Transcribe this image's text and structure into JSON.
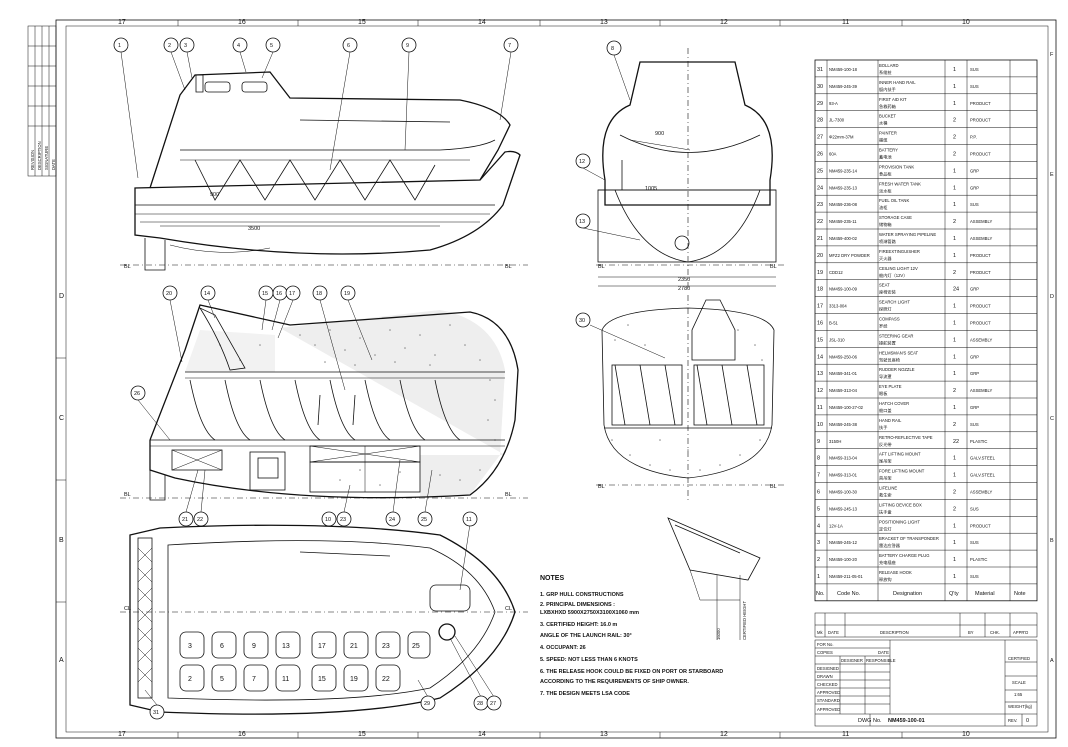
{
  "border": {
    "top_numbers": [
      "17",
      "16",
      "15",
      "14",
      "13",
      "12",
      "11",
      "10"
    ],
    "bottom_numbers": [
      "17",
      "16",
      "15",
      "14",
      "13",
      "12",
      "11",
      "10"
    ],
    "left_letters": [
      "D",
      "C",
      "B",
      "A"
    ],
    "right_letters": [
      "F",
      "E",
      "D",
      "C",
      "B",
      "A"
    ]
  },
  "revision_strip": {
    "labels": [
      "REVISION",
      "DESCRIPTION",
      "SIGNATURE",
      "DATE"
    ]
  },
  "balloons": {
    "side": [
      "1",
      "2",
      "3",
      "4",
      "5",
      "6",
      "9",
      "7"
    ],
    "section": [
      "20",
      "14",
      "15",
      "16",
      "17",
      "18",
      "19",
      "26",
      "21",
      "22",
      "10",
      "23",
      "24",
      "25"
    ],
    "plan": [
      "11",
      "29",
      "31",
      "28",
      "27"
    ],
    "front": [
      "8",
      "12",
      "13",
      "30"
    ]
  },
  "dims": {
    "side_length": "3500",
    "side_inner": "900",
    "front_h1": "900",
    "front_h2": "1005",
    "front_w1": "2350",
    "front_w2": "2780",
    "cl": "CL",
    "bl": "BL"
  },
  "seats_top": [
    "3",
    "6",
    "9",
    "13",
    "17",
    "21",
    "23",
    "25"
  ],
  "seats_bottom": [
    "2",
    "5",
    "7",
    "11",
    "15",
    "19",
    "22"
  ],
  "notes": {
    "title": "NOTES",
    "items": [
      "1.  GRP HULL CONSTRUCTIONS",
      "2.  PRINCIPAL DIMENSIONS    :",
      "     LXBXHXD              5900X2750X3100X1060 mm",
      "3.  CERTIFIED HEIGHT:    16.0 m",
      "     ANGLE OF THE LAUNCH RAIL:   30°",
      "4.  OCCUPANT:    26",
      "5.  SPEED: NOT LESS THAN 6 KNOTS",
      "6.  THE RELEASE HOOK COULD BE FIXED ON PORT OR STARBOARD",
      "     ACCORDING TO THE REQUIREMENTS OF SHIP OWNER.",
      "7.  THE DESIGN MEETS LSA CODE"
    ],
    "launch_label": "16000",
    "launch_sub": "CERTIFIED HEIGHT"
  },
  "parts_table": {
    "header": {
      "no": "No.",
      "code": "Code No.",
      "designation": "Designation",
      "qty": "Q'ty",
      "material": "Material",
      "note": "Note"
    },
    "rows": [
      {
        "no": "31",
        "code": "NM459-100-18",
        "en": "BOLLARD",
        "cn": "系缆桩",
        "qty": "1",
        "mat": "SUS"
      },
      {
        "no": "30",
        "code": "NM459-245-39",
        "en": "INNER HAND RAIL",
        "cn": "艇内扶手",
        "qty": "1",
        "mat": "SUS"
      },
      {
        "no": "29",
        "code": "93-A",
        "en": "FIRST AID KIT",
        "cn": "急救药箱",
        "qty": "1",
        "mat": "PRODUCT"
      },
      {
        "no": "28",
        "code": "JL-7300",
        "en": "BUCKET",
        "cn": "水桶",
        "qty": "2",
        "mat": "PRODUCT"
      },
      {
        "no": "27",
        "code": "Φ22mm-37M",
        "en": "PAINTER",
        "cn": "艏缆",
        "qty": "2",
        "mat": "P.P."
      },
      {
        "no": "26",
        "code": "60A",
        "en": "BATTERY",
        "cn": "蓄电池",
        "qty": "2",
        "mat": "PRODUCT"
      },
      {
        "no": "25",
        "code": "NM459-235-14",
        "en": "PROVISION TANK",
        "cn": "食品柜",
        "qty": "1",
        "mat": "GRP"
      },
      {
        "no": "24",
        "code": "NM459-235-13",
        "en": "FRESH WATER TANK",
        "cn": "淡水柜",
        "qty": "1",
        "mat": "GRP"
      },
      {
        "no": "23",
        "code": "NM459-236-08",
        "en": "FUEL OIL TANK",
        "cn": "油柜",
        "qty": "1",
        "mat": "SUS"
      },
      {
        "no": "22",
        "code": "NM459-235-11",
        "en": "STORAGE CASE",
        "cn": "储物箱",
        "qty": "2",
        "mat": "ASSEMBLY"
      },
      {
        "no": "21",
        "code": "NM459-400-02",
        "en": "WATER SPRAYING PIPELINE",
        "cn": "喷淋管路",
        "qty": "1",
        "mat": "ASSEMBLY"
      },
      {
        "no": "20",
        "code": "MFZ2 DRY POWDER",
        "en": "FIREEXTINGUISHER",
        "cn": "灭火器",
        "qty": "1",
        "mat": "PRODUCT"
      },
      {
        "no": "19",
        "code": "CDD12",
        "en": "CEILING LIGHT 12V",
        "cn": "舱内灯（12V）",
        "qty": "2",
        "mat": "PRODUCT"
      },
      {
        "no": "18",
        "code": "NM459-100-09",
        "en": "SEAT",
        "cn": "座椅安装",
        "qty": "24",
        "mat": "GRP"
      },
      {
        "no": "17",
        "code": "3313-004",
        "en": "SEARCH LIGHT",
        "cn": "探照灯",
        "qty": "1",
        "mat": "PRODUCT"
      },
      {
        "no": "16",
        "code": "B-51",
        "en": "COMPASS",
        "cn": "罗经",
        "qty": "1",
        "mat": "PRODUCT"
      },
      {
        "no": "15",
        "code": "JSL-310",
        "en": "STEERING GEAR",
        "cn": "操舵装置",
        "qty": "1",
        "mat": "ASSEMBLY"
      },
      {
        "no": "14",
        "code": "NM459-250-06",
        "en": "HELMSMAN'S SEAT",
        "cn": "驾驶员座椅",
        "qty": "1",
        "mat": "GRP"
      },
      {
        "no": "13",
        "code": "NM459-341-01",
        "en": "RUDDER NOZZLE",
        "cn": "导流罩",
        "qty": "1",
        "mat": "GRP"
      },
      {
        "no": "12",
        "code": "NM459-313-04",
        "en": "EYE PLATE",
        "cn": "眼板",
        "qty": "2",
        "mat": "ASSEMBLY"
      },
      {
        "no": "11",
        "code": "NM459-100-27-02",
        "en": "HATCH COVER",
        "cn": "舱口盖",
        "qty": "1",
        "mat": "GRP"
      },
      {
        "no": "10",
        "code": "NM459-245-38",
        "en": "HAND RAIL",
        "cn": "扶手",
        "qty": "2",
        "mat": "SUS"
      },
      {
        "no": "9",
        "code": "3150H",
        "en": "RETRO-REFLECTIVE TAPE",
        "cn": "反光带",
        "qty": "22",
        "mat": "PLASTIC"
      },
      {
        "no": "8",
        "code": "NM459-313-04",
        "en": "AFT LIFTING MOUNT",
        "cn": "尾吊架",
        "qty": "1",
        "mat": "GALV.STEEL"
      },
      {
        "no": "7",
        "code": "NM459-313-01",
        "en": "FORE LIFTING MOUNT",
        "cn": "首吊架",
        "qty": "1",
        "mat": "GALV.STEEL"
      },
      {
        "no": "6",
        "code": "NM459-100-30",
        "en": "LIFELINE",
        "cn": "救生索",
        "qty": "2",
        "mat": "ASSEMBLY"
      },
      {
        "no": "5",
        "code": "NM459-245-13",
        "en": "LIFTING DEVICE BOX",
        "cn": "扶手盒",
        "qty": "2",
        "mat": "SUS"
      },
      {
        "no": "4",
        "code": "12V-1A",
        "en": "POSITIONING LIGHT",
        "cn": "定位灯",
        "qty": "1",
        "mat": "PRODUCT"
      },
      {
        "no": "3",
        "code": "NM459-245-12",
        "en": "BRACKET OF TRANSPONDER",
        "cn": "雷达应答器",
        "qty": "1",
        "mat": "SUS"
      },
      {
        "no": "2",
        "code": "NM459-100-20",
        "en": "BATTERY CHARGE PLUG",
        "cn": "充电插座",
        "qty": "1",
        "mat": "PLASTIC"
      },
      {
        "no": "1",
        "code": "NM459-211-05-01",
        "en": "RELEASE HOOK",
        "cn": "释放钩",
        "qty": "1",
        "mat": "SUS"
      }
    ]
  },
  "title_block": {
    "rev_cells": [
      "Mk",
      "DATE",
      "DESCRIPTION",
      "BY",
      "CHK.",
      "APPR'D"
    ],
    "left_labels": [
      "FOR No.",
      "COPIES",
      "DESIGNED",
      "DRAWN",
      "CHECKED",
      "APPROVED",
      "STANDARD",
      "APPROVED"
    ],
    "col_heads": [
      "DESIGNER",
      "RESPONSIBLE",
      "DATE"
    ],
    "right_labels": [
      "CERTIFIED",
      "SCALE",
      "1:65",
      "WEIGHT(kg)"
    ],
    "drawing_label": "DWG No.",
    "drawing_number": "NM459-100-01",
    "rev_label": "REV.",
    "rev_value": "0"
  }
}
